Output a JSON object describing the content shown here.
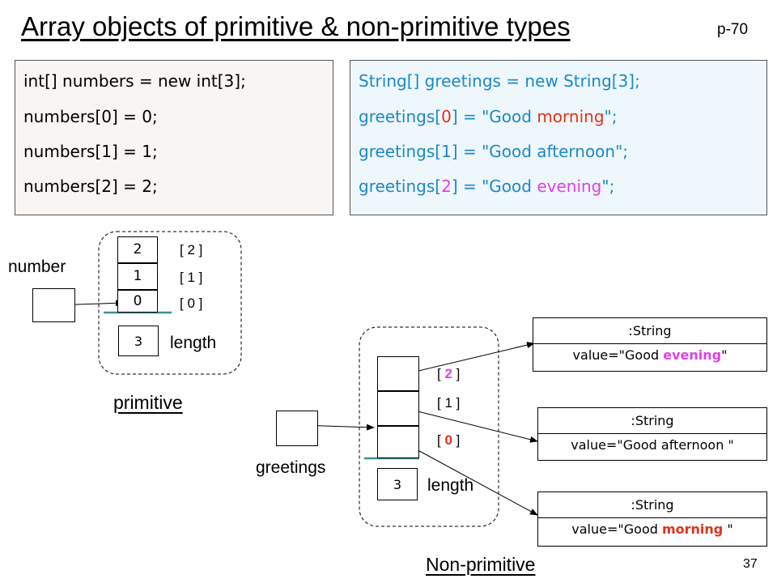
{
  "title": "Array objects of primitive & non-primitive types",
  "page_ref": "p-70",
  "slide_number": "37",
  "code_primitive": {
    "lines": [
      "int[] numbers = new int[3];",
      "numbers[0] = 0;",
      "numbers[1] = 1;",
      "numbers[2] = 2;"
    ]
  },
  "code_nonprimitive": {
    "line1": "String[] greetings = new String[3];",
    "line2_pre": "greetings[",
    "line2_idx": "0",
    "line2_mid": "] = \"Good ",
    "line2_word": "morning",
    "line2_post": "\";",
    "line3": "greetings[1] = \"Good afternoon\";",
    "line4_pre": "greetings[",
    "line4_idx": "2",
    "line4_mid": "] = \"Good ",
    "line4_word": "evening",
    "line4_post": "\";"
  },
  "primitive_diagram": {
    "ref_label": "number",
    "cells": [
      "2",
      "1",
      "0"
    ],
    "indices": [
      "[ 2 ]",
      "[ 1 ]",
      "[ 0 ]"
    ],
    "length_value": "3",
    "length_label": "length",
    "heading": "primitive"
  },
  "nonprimitive_diagram": {
    "ref_label": "greetings",
    "idx2_open": "[ ",
    "idx2_num": "2",
    "idx2_close": " ]",
    "idx1": "[ 1 ]",
    "idx0_open": "[ ",
    "idx0_num": "0",
    "idx0_close": " ]",
    "length_value": "3",
    "length_label": "length",
    "heading": "Non-primitive"
  },
  "string_objects": {
    "evening": {
      "header": ":String",
      "value_pre": "value=\"Good ",
      "value_word": "evening",
      "value_post": "\""
    },
    "afternoon": {
      "header": ":String",
      "value": "value=\"Good afternoon \""
    },
    "morning": {
      "header": ":String",
      "value_pre": "value=\"Good ",
      "value_word": "morning",
      "value_post": " \""
    }
  },
  "colors": {
    "code_blue": "#1d88c8",
    "highlight_red": "#e0321a",
    "highlight_magenta": "#e040e8",
    "underline_teal": "#3f8f8f"
  }
}
